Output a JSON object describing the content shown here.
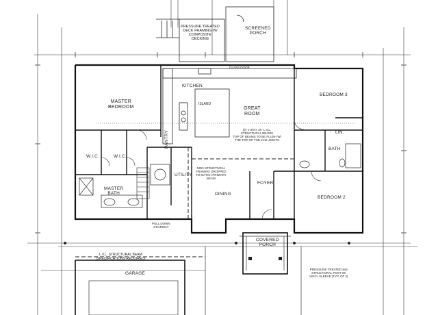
{
  "plan": {
    "rooms": {
      "kitchen": "KITCHEN",
      "great_room": "GREAT\nROOM",
      "master_bedroom": "MASTER\nBEDROOM",
      "bedroom2": "BEDROOM 2",
      "bedroom3": "BEDROOM 3",
      "dining": "DINING",
      "foyer": "FOYER",
      "utility": "UTILITY",
      "master_bath": "MASTER\nBATH",
      "bath": "BATH",
      "wic1": "W.I.C.",
      "wic2": "W.I.C.",
      "linen": "LIN.",
      "pantry": "PANTRY",
      "garage": "GARAGE",
      "covered_porch": "COVERED\nPORCH",
      "screened_porch": "SCREENED\nPORCH"
    },
    "notes": {
      "deck": "PRESSURE TREATED\nDECK FRAMING W/\nCOMPOSITE\nDECKING",
      "beam_top": "(2) 1-3/4\"x 16\" L.V.L.\nSTRUCTURAL BEAMS\nTOP OF BEAMS TO BE FLUSH W/\nTHE TOP OF THE 2x12 JOISTS",
      "non_structural": "NON-STRUCTURAL\nFRAMING DROPPED\nTO MATCH PRIMARY\nBEAM",
      "lvl_beam_bottom": "L.V.L. STRUCTURAL BEAM\n(SPECIFICATIONS REQUIRED)",
      "post_note": "PRESSURE TREATED 6x6\nSTRUCTURAL POST W/\nVINYL SLEEVE (TYP. OF 2)",
      "island": "ISLAND",
      "pull_down": "PULL DOWN\nSTAIRWAY",
      "glass_note": "GLASS DOOR"
    }
  }
}
